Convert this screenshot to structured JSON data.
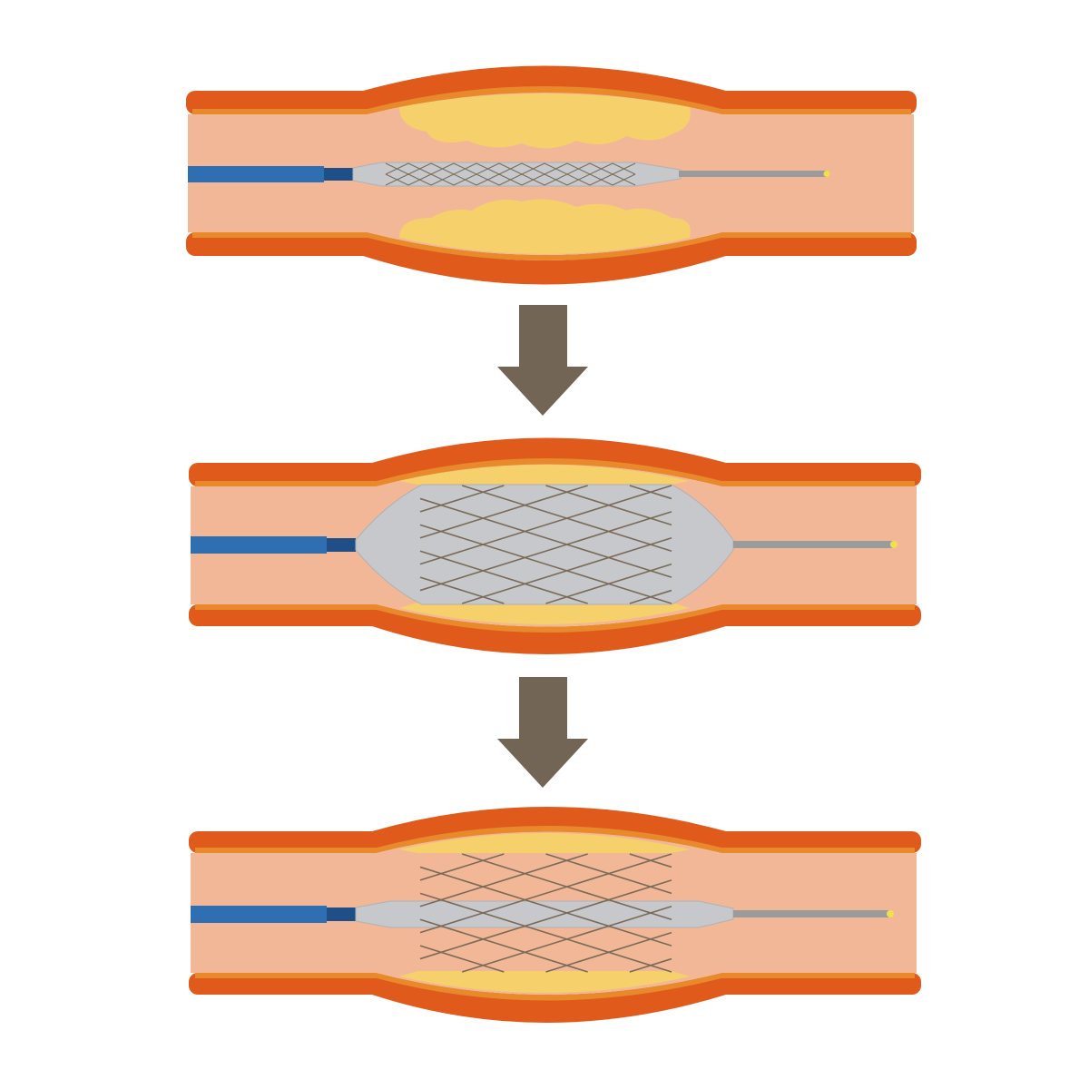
{
  "diagram": {
    "description_labels": [],
    "stages": [
      {
        "id": "stage-1",
        "state": "catheter-inserted-collapsed-stent"
      },
      {
        "id": "stage-2",
        "state": "balloon-inflated-stent-expanded"
      },
      {
        "id": "stage-3",
        "state": "stent-deployed-balloon-deflated"
      }
    ],
    "arrows": [
      {
        "id": "arrow-1",
        "direction": "down"
      },
      {
        "id": "arrow-2",
        "direction": "down"
      }
    ]
  },
  "colors": {
    "wall_outer": "#e05a1c",
    "wall_inner": "#e8892b",
    "lumen": "#f2b797",
    "plaque": "#f6d06b",
    "catheter": "#2f6eb0",
    "catheter_tip": "#1f4f86",
    "balloon": "#c6c8cc",
    "balloon_stroke": "#aeb1b6",
    "stent_wire": "#7a6a58",
    "guidewire": "#9b9b9b",
    "guidewire_tip": "#f0e04a",
    "arrow": "#736555"
  }
}
